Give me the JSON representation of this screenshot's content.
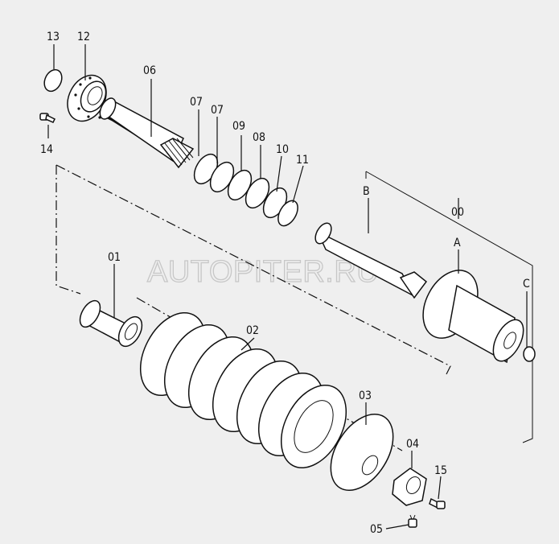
{
  "watermark": "AUTOPITER.RU",
  "labels": {
    "p13": "13",
    "p12": "12",
    "p14": "14",
    "p06": "06",
    "p07a": "07",
    "p07b": "07",
    "p09": "09",
    "p08": "08",
    "p10": "10",
    "p11": "11",
    "pB": "B",
    "p00": "00",
    "pA": "A",
    "pC": "C",
    "p01": "01",
    "p02": "02",
    "p03": "03",
    "p04": "04",
    "p15": "15",
    "p05": "05"
  }
}
